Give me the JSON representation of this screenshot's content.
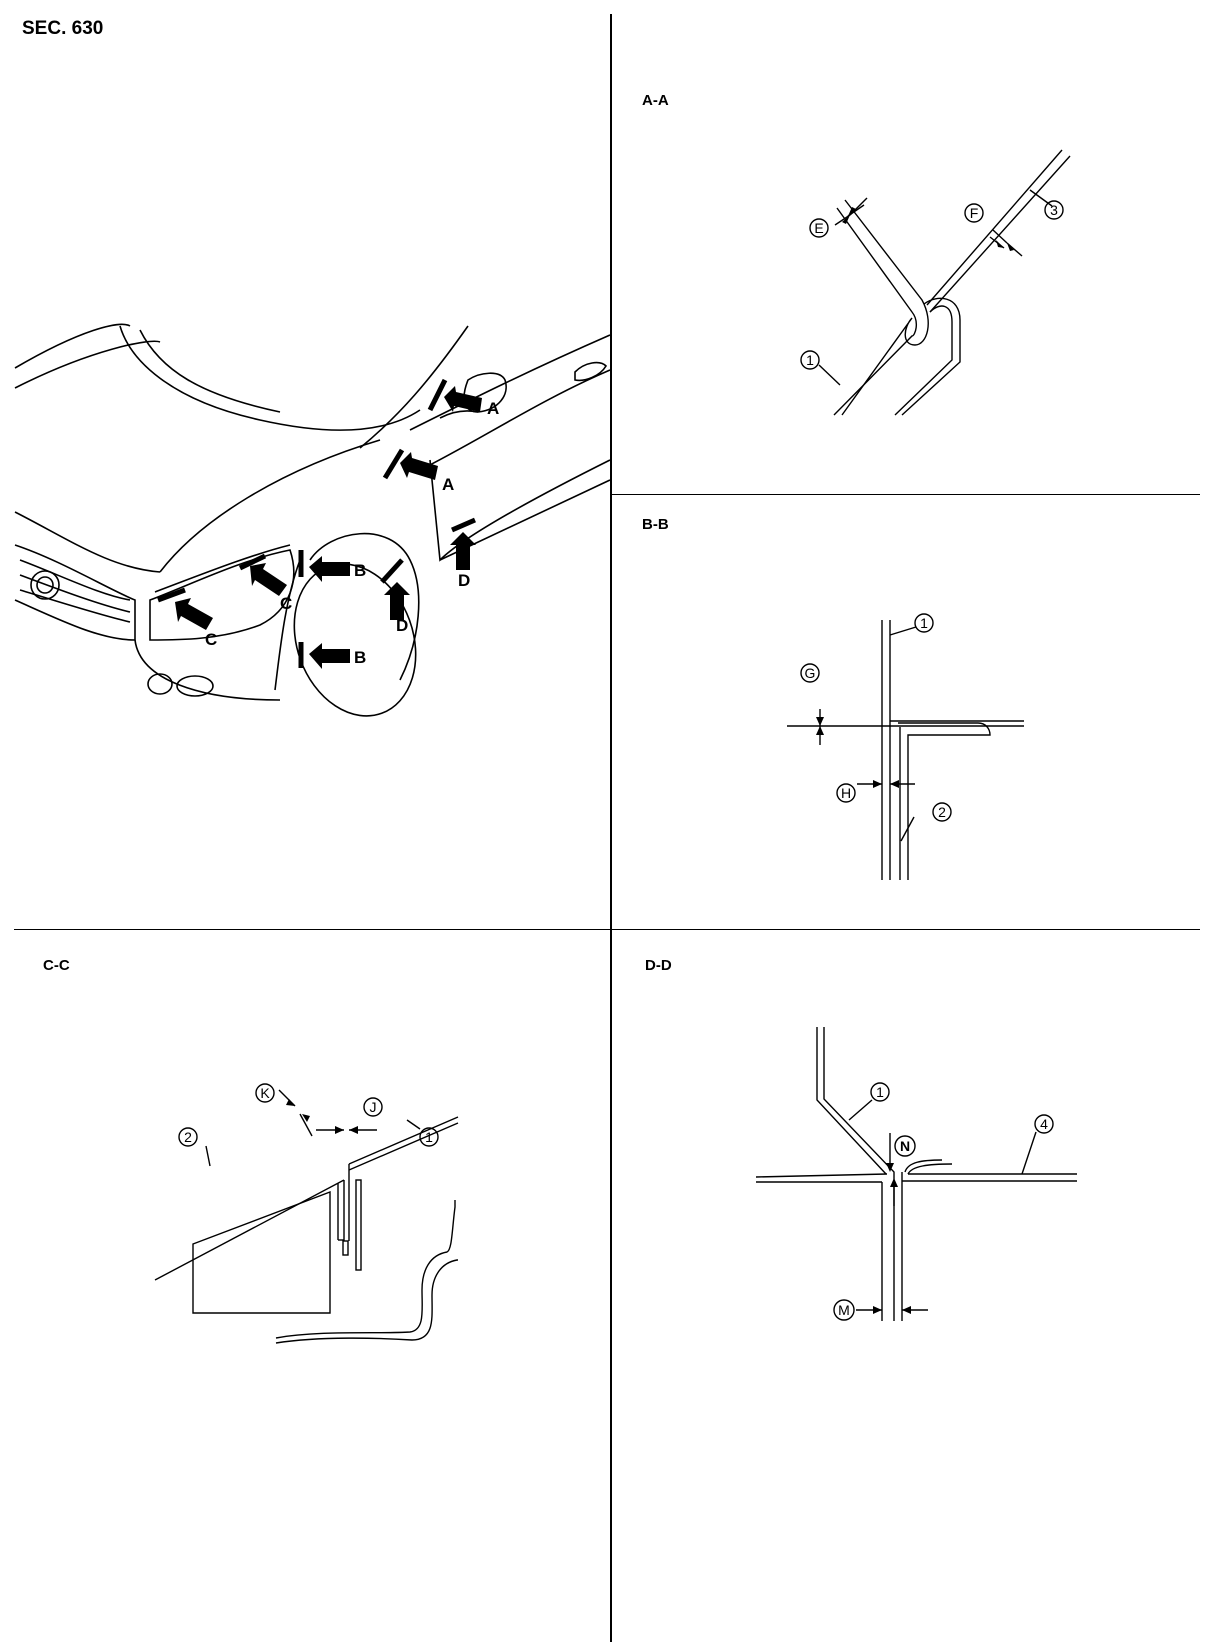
{
  "section": {
    "title": "SEC. 630"
  },
  "panels": {
    "aa": {
      "label": "A-A",
      "callouts": {
        "e": "E",
        "f": "F",
        "p1": "1",
        "p3": "3"
      }
    },
    "bb": {
      "label": "B-B",
      "callouts": {
        "g": "G",
        "h": "H",
        "p1": "1",
        "p2": "2"
      }
    },
    "cc": {
      "label": "C-C",
      "callouts": {
        "j": "J",
        "k": "K",
        "p1": "1",
        "p2": "2"
      }
    },
    "dd": {
      "label": "D-D",
      "callouts": {
        "n": "N",
        "m": "M",
        "p1": "1",
        "p4": "4"
      }
    }
  },
  "overview": {
    "arrow_labels": {
      "a_upper": "A",
      "a_lower": "A",
      "b_upper": "B",
      "b_lower": "B",
      "c_left": "C",
      "c_right": "C",
      "d_left": "D",
      "d_right": "D"
    },
    "colors": {
      "line": "#000000",
      "background": "#ffffff"
    }
  }
}
